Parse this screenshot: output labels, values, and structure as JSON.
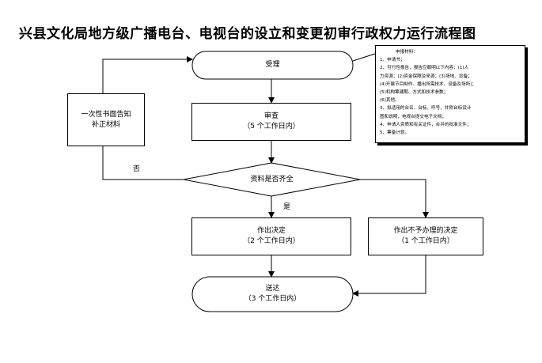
{
  "title": "兴县文化局地方级广播电台、电视台的设立和变更初审行政权力运行流程图",
  "nodes": {
    "accept": "受理",
    "review_title": "审查",
    "review_time": "（5 个工作日内）",
    "complete_question": "资料是否齐全",
    "decision_title": "作出决定",
    "decision_time": "（2 个工作日内）",
    "reject_title": "作出不予办理的决定",
    "reject_time": "（1 个工作日内）",
    "deliver_title": "送达",
    "deliver_time": "（3 个工作日内）",
    "notify_line1": "一次性书面告知",
    "notify_line2": "补正材料"
  },
  "labels": {
    "no": "否",
    "yes": "是"
  },
  "materials": {
    "heading": "申报材料：",
    "lines": [
      "1、申请书；",
      "2、可行性报告，报告应载明以下内容：(1)人",
      "力资源；(2)资金保障及来源；(3)场地、设备；",
      "(4)开展节目制作、播出所需技术、设备及场所)；",
      "(5)机构筹建期、方式和技术参数；",
      "(6)其他。",
      "3、拟适用的台名、台标、呼号，并附台标设计",
      "图和说明，电视台提交电子文档；",
      "4、申请人资质和有关证件，合并的批准文件；",
      "5、筹备计划。"
    ]
  }
}
